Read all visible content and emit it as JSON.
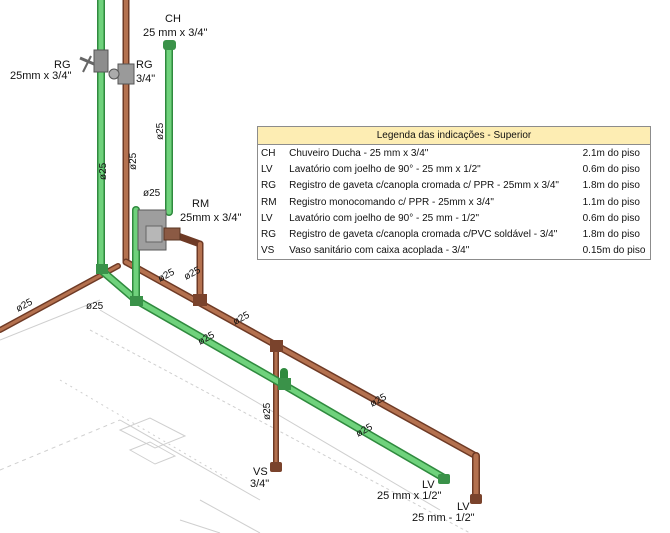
{
  "labels": {
    "ch_code": "CH",
    "ch_size": "25 mm x 3/4\"",
    "rg_left_code": "RG",
    "rg_left_size": "25mm x 3/4\"",
    "rg_right_code": "RG",
    "rg_right_size": "3/4\"",
    "rm_code": "RM",
    "rm_size": "25mm x 3/4\"",
    "vs_code": "VS",
    "vs_size": "3/4\"",
    "lv1_code": "LV",
    "lv1_size": "25 mm x 1/2\"",
    "lv2_code": "LV",
    "lv2_size": "25 mm - 1/2\"",
    "diameter": "ø25"
  },
  "legend": {
    "title": "Legenda das indicações - Superior",
    "rows": [
      {
        "code": "CH",
        "desc": "Chuveiro Ducha - 25 mm x 3/4\"",
        "height": "2.1m do piso"
      },
      {
        "code": "LV",
        "desc": "Lavatório com joelho de 90° - 25 mm x 1/2\"",
        "height": "0.6m do piso"
      },
      {
        "code": "RG",
        "desc": "Registro de gaveta c/canopla cromada c/ PPR - 25mm x 3/4\"",
        "height": "1.8m do piso"
      },
      {
        "code": "RM",
        "desc": "Registro monocomando c/ PPR - 25mm x 3/4\"",
        "height": "1.1m do piso"
      },
      {
        "code": "LV",
        "desc": "Lavatório com joelho de 90° - 25 mm - 1/2\"",
        "height": "0.6m do piso"
      },
      {
        "code": "RG",
        "desc": "Registro de gaveta c/canopla cromada c/PVC soldável - 3/4\"",
        "height": "1.8m do piso"
      },
      {
        "code": "VS",
        "desc": "Vaso sanitário com caixa acoplada - 3/4\"",
        "height": "0.15m do piso"
      }
    ]
  },
  "colors": {
    "green_pipe": "#59c36a",
    "green_pipe_dark": "#2f8a3e",
    "copper_pipe": "#9b5b3f",
    "copper_pipe_dark": "#6e3a25",
    "legend_header": "#fdedb3"
  }
}
